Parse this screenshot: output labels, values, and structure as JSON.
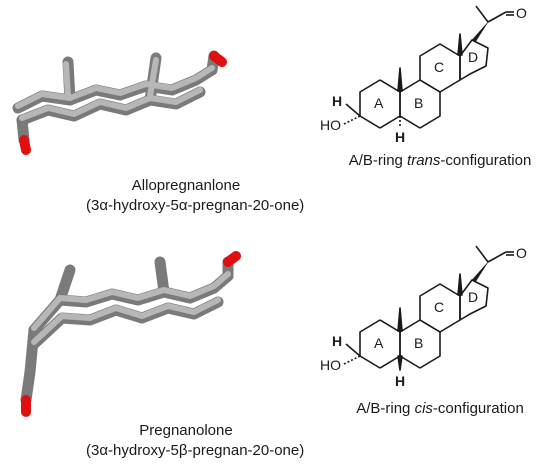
{
  "molecules": [
    {
      "name": "Allopregnanlone",
      "iupac": "(3α-hydroxy-5α-pregnan-20-one)",
      "config_prefix": "A/B-ring ",
      "config_italic": "trans",
      "config_suffix": "-configuration",
      "h5_direction": "alpha"
    },
    {
      "name": "Pregnanolone",
      "iupac": "(3α-hydroxy-5β-pregnan-20-one)",
      "config_prefix": "A/B-ring ",
      "config_italic": "cis",
      "config_suffix": "-configuration",
      "h5_direction": "beta"
    }
  ],
  "ring_labels": [
    "A",
    "B",
    "C",
    "D"
  ],
  "atom_labels": {
    "h": "H",
    "ho": "HO",
    "o": "O"
  },
  "colors": {
    "stick": "#8e8e8e",
    "stick_light": "#b5b5b5",
    "oxygen": "#e01010",
    "bond": "#1a1a1a"
  }
}
